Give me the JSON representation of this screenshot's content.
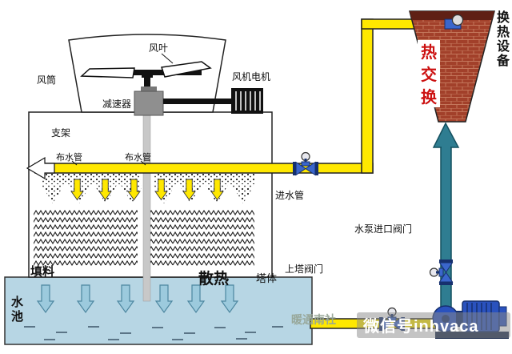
{
  "diagram": {
    "tower": {
      "fan_blade_label": "风叶",
      "duct_label": "风筒",
      "fan_motor_label": "风机电机",
      "reducer_label": "减速器",
      "support_label": "支架",
      "spray_pipe_label_left": "布水管",
      "spray_pipe_label_right": "布水管",
      "fill_label": "填料",
      "heat_dissipation_label": "散热",
      "tower_body_label": "塔体",
      "pool_label_chars": [
        "水",
        "池"
      ]
    },
    "piping": {
      "inlet_pipe_label": "进水管",
      "tower_valve_label": "上塔阀门",
      "pump_inlet_valve_label": "水泵进口阀门"
    },
    "heat_exchanger": {
      "name_chars": [
        "热",
        "交",
        "换"
      ],
      "equipment_chars": [
        "换",
        "热",
        "设",
        "备"
      ]
    },
    "watermark": {
      "brand": "暖通南社",
      "wechat_id": "微信号inhvaca"
    },
    "colors": {
      "hot_pipe": "#ffe800",
      "cool_pipe": "#2f7d91",
      "exchanger_brick": "#a2402a",
      "pump_blue": "#2a52be",
      "pool_water": "#b7d6e4",
      "exchanger_text": "#cc1111"
    }
  }
}
